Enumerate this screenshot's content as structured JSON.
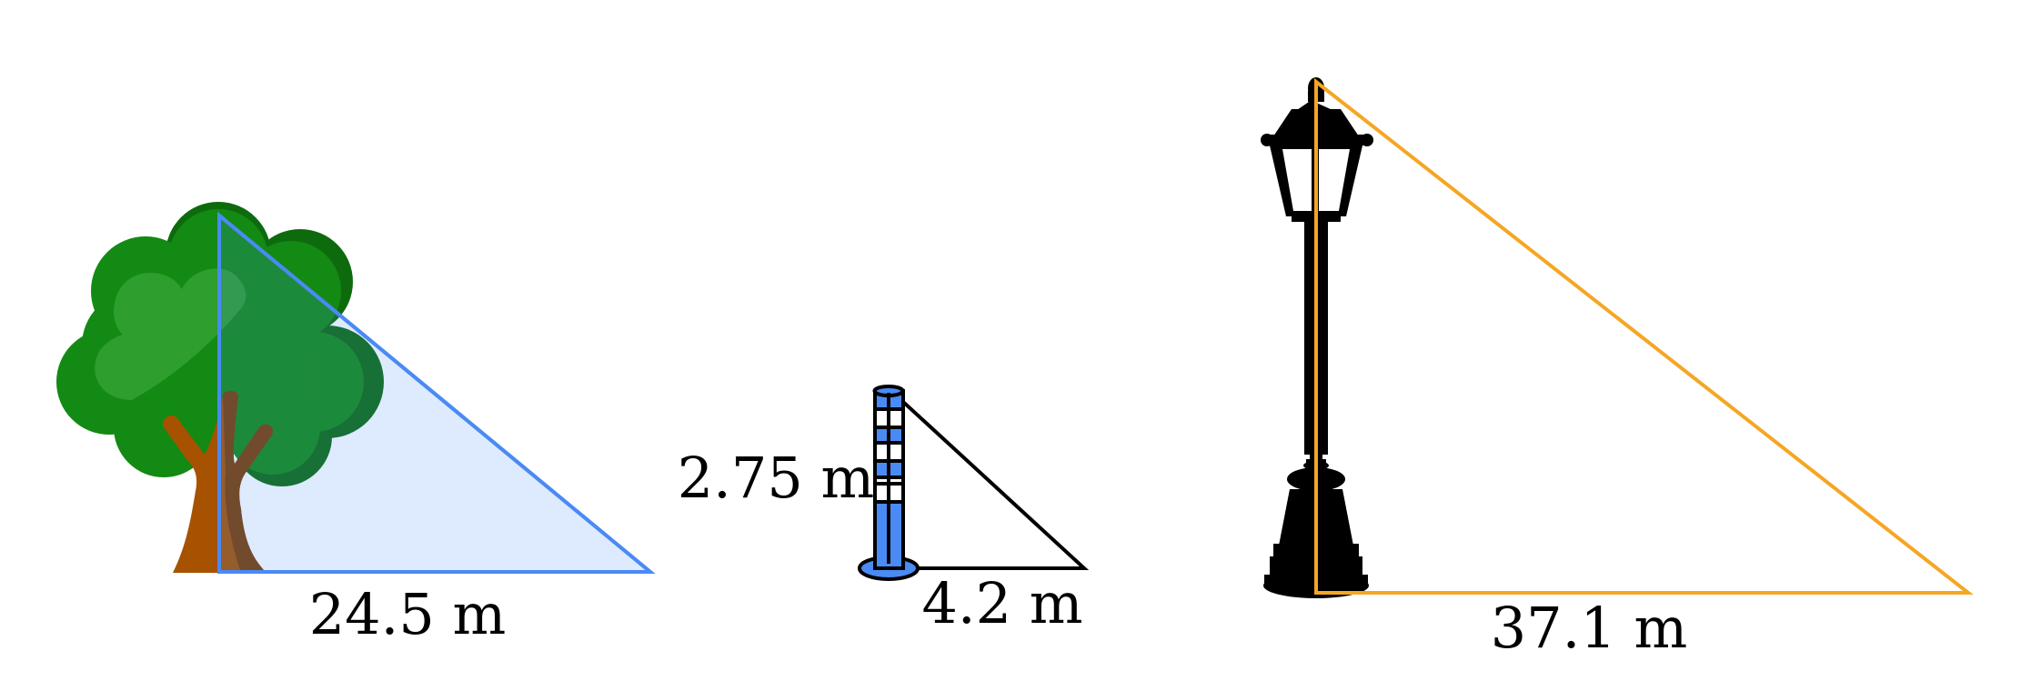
{
  "labels": {
    "tree_shadow": "24.5 m",
    "post_height": "2.75 m",
    "post_shadow": "4.2 m",
    "lamp_shadow": "37.1 m"
  },
  "colors": {
    "tree_triangle": "#4a8af4",
    "post_triangle": "#000000",
    "lamp_triangle": "#f5a623",
    "foliage": "#138a13",
    "foliage_dark": "#0d6b0d",
    "foliage_light": "#2e9e2e",
    "trunk": "#a65200",
    "trunk_dark": "#7a3d00",
    "post_fill": "#4a8af4",
    "lamp": "#000000"
  },
  "icons": [
    "tree-icon",
    "marker-post-icon",
    "street-lamp-icon"
  ]
}
